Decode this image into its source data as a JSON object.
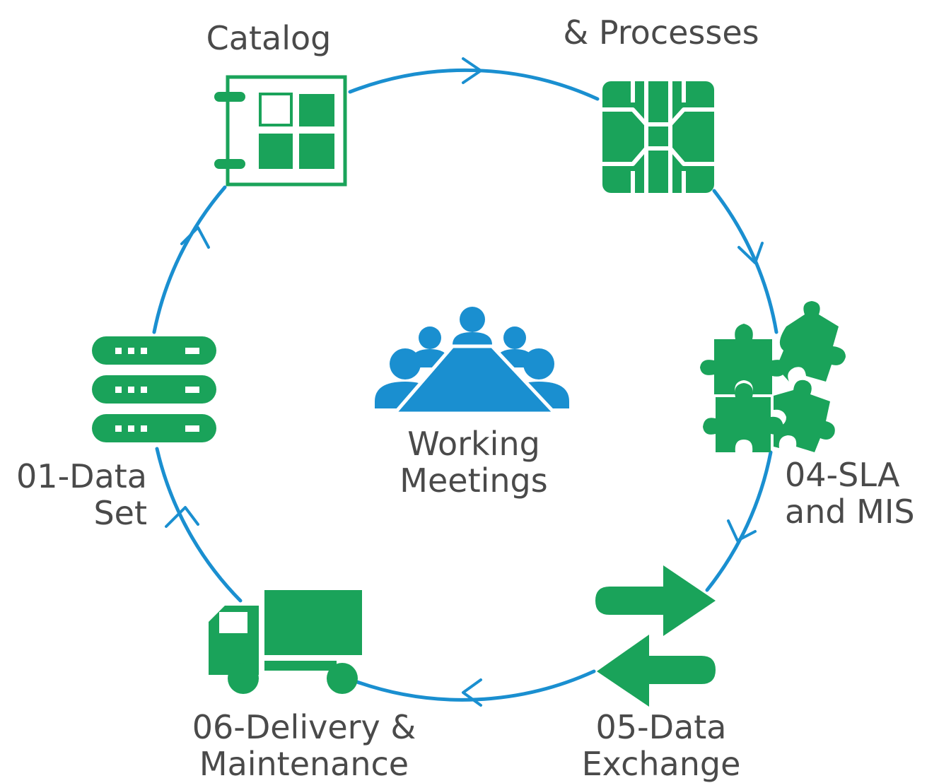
{
  "colors": {
    "cycle_line": "#1a8fd0",
    "icon_green": "#1aa35a",
    "center_icon_blue": "#1a8fd0",
    "text": "#4a4a4a",
    "background": "#ffffff"
  },
  "center": {
    "icon": "meeting-people-icon",
    "line1": "Working",
    "line2": "Meetings"
  },
  "stages": [
    {
      "id": "catalog",
      "icon": "catalog-grid-icon",
      "lines": [
        "Catalog"
      ]
    },
    {
      "id": "processes",
      "icon": "chip-icon",
      "lines": [
        "& Processes"
      ]
    },
    {
      "id": "sla",
      "icon": "puzzle-icon",
      "lines": [
        "04-SLA",
        "and MIS"
      ]
    },
    {
      "id": "exchange",
      "icon": "exchange-arrows-icon",
      "lines": [
        "05-Data",
        "Exchange"
      ]
    },
    {
      "id": "delivery",
      "icon": "truck-icon",
      "lines": [
        "06-Delivery &",
        "Maintenance"
      ]
    },
    {
      "id": "dataset",
      "icon": "server-stack-icon",
      "lines": [
        "01-Data",
        "Set"
      ]
    }
  ]
}
